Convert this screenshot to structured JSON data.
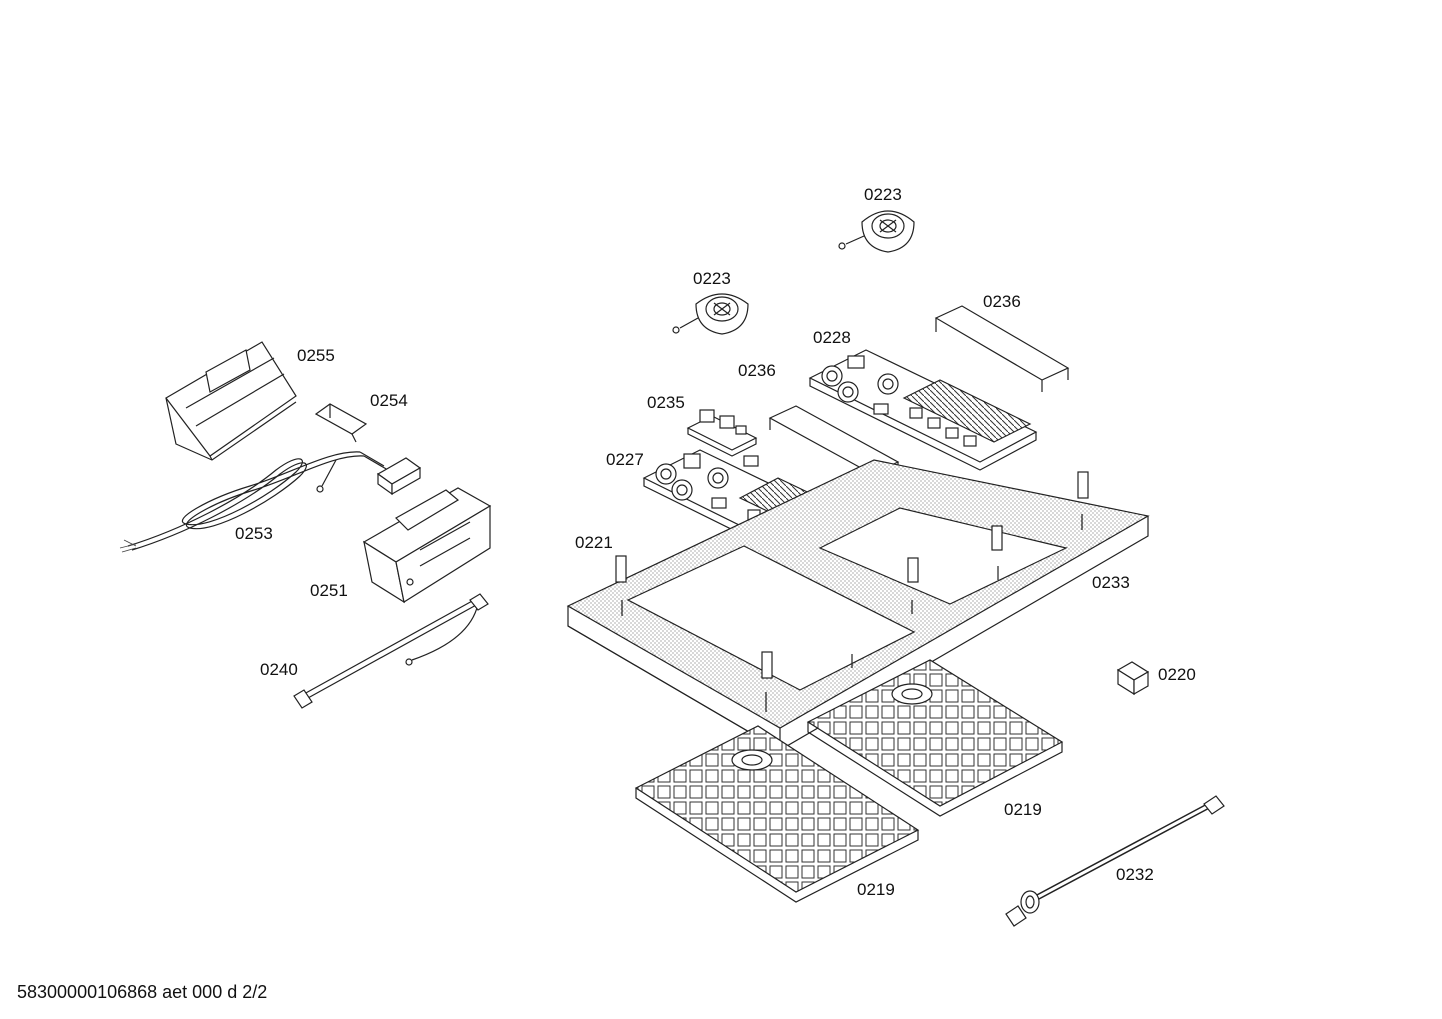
{
  "part_labels": [
    {
      "id": "p0223a",
      "text": "0223"
    },
    {
      "id": "p0223b",
      "text": "0223"
    },
    {
      "id": "p0236a",
      "text": "0236"
    },
    {
      "id": "p0228",
      "text": "0228"
    },
    {
      "id": "p0236b",
      "text": "0236"
    },
    {
      "id": "p0235",
      "text": "0235"
    },
    {
      "id": "p0227",
      "text": "0227"
    },
    {
      "id": "p0255",
      "text": "0255"
    },
    {
      "id": "p0254",
      "text": "0254"
    },
    {
      "id": "p0253",
      "text": "0253"
    },
    {
      "id": "p0251",
      "text": "0251"
    },
    {
      "id": "p0240",
      "text": "0240"
    },
    {
      "id": "p0221",
      "text": "0221"
    },
    {
      "id": "p0233",
      "text": "0233"
    },
    {
      "id": "p0220",
      "text": "0220"
    },
    {
      "id": "p0219a",
      "text": "0219"
    },
    {
      "id": "p0219b",
      "text": "0219"
    },
    {
      "id": "p0232",
      "text": "0232"
    }
  ],
  "footer": {
    "document_code": "58300000106868 aet 000 d 2/2"
  }
}
